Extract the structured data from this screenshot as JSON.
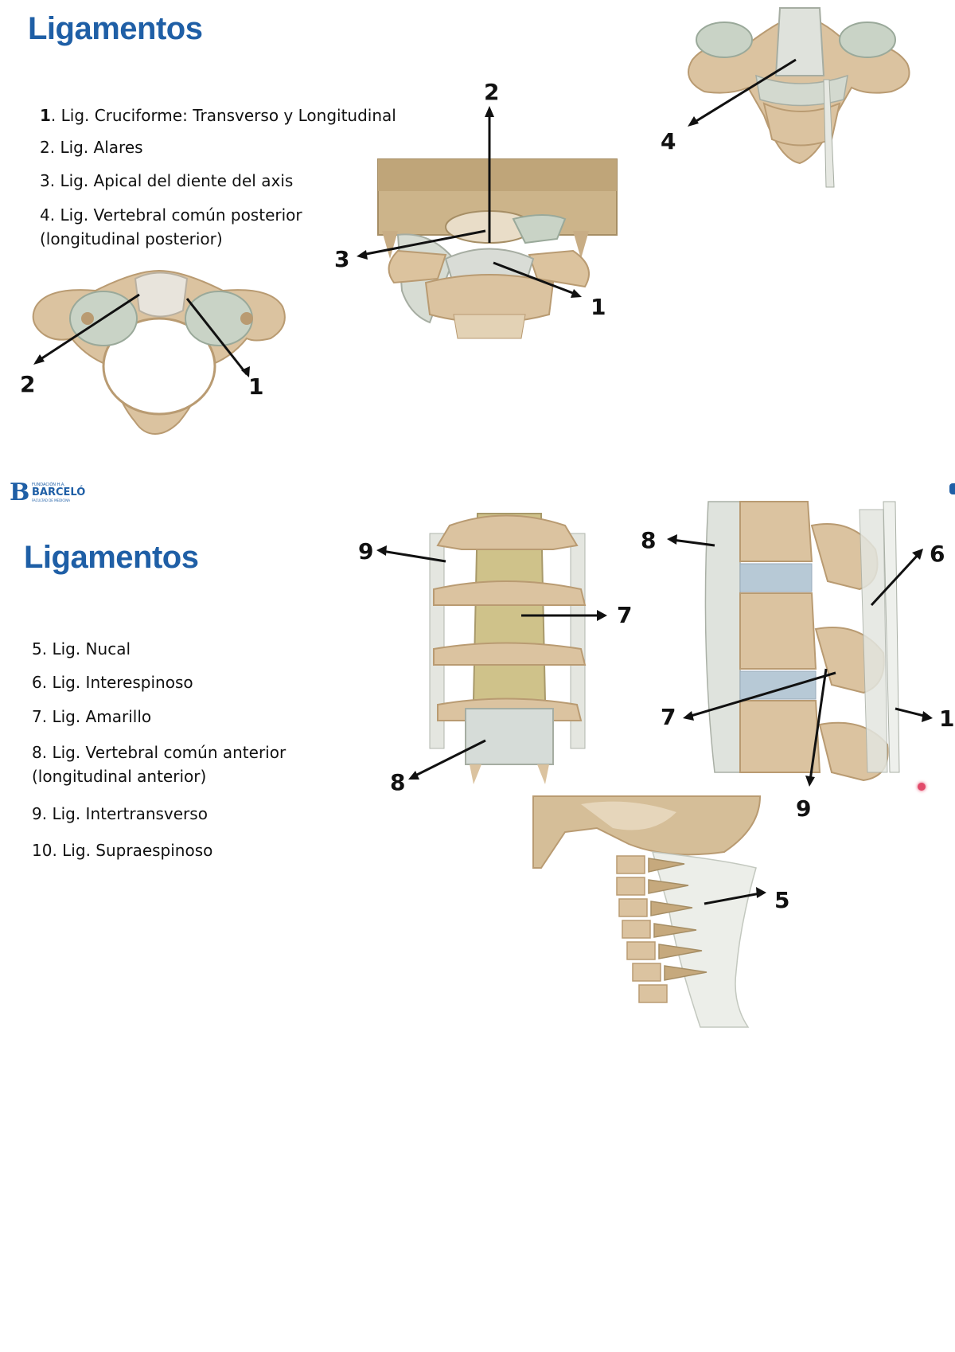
{
  "slide1": {
    "title": "Ligamentos",
    "items": [
      {
        "num": "1",
        "text": ". Lig. Cruciforme: Transverso y Longitudinal"
      },
      {
        "num": "2",
        "text": ". Lig. Alares"
      },
      {
        "num": "3",
        "text": ". Lig. Apical del diente del axis"
      },
      {
        "num": "4",
        "text": ". Lig. Vertebral común posterior"
      },
      {
        "num": "",
        "text": "(longitudinal posterior)"
      }
    ],
    "fig_atlas_labels": [
      "2",
      "1"
    ],
    "fig_occipital_labels": [
      "2",
      "3",
      "1"
    ],
    "fig_top_right_labels": [
      "4"
    ]
  },
  "logo": {
    "top": "FUNDACIÓN H.A.",
    "name": "BARCELÓ",
    "bottom": "FACULTAD DE MEDICINA"
  },
  "slide2": {
    "title": "Ligamentos",
    "items": [
      {
        "num": "5",
        "text": ". Lig. Nucal"
      },
      {
        "num": "6",
        "text": ". Lig. Interespinoso"
      },
      {
        "num": "7",
        "text": ". Lig. Amarillo"
      },
      {
        "num": "8",
        "text": ". Lig. Vertebral común anterior"
      },
      {
        "num": "",
        "text": "(longitudinal anterior)"
      },
      {
        "num": "9",
        "text": ". Lig. Intertransverso"
      },
      {
        "num": "10",
        "text": ". Lig. Supraespinoso"
      }
    ],
    "fig_spine_front_labels": [
      "9",
      "7",
      "8"
    ],
    "fig_spine_side_labels": [
      "8",
      "6",
      "7",
      "1",
      "9"
    ],
    "fig_neck_labels": [
      "5"
    ]
  }
}
